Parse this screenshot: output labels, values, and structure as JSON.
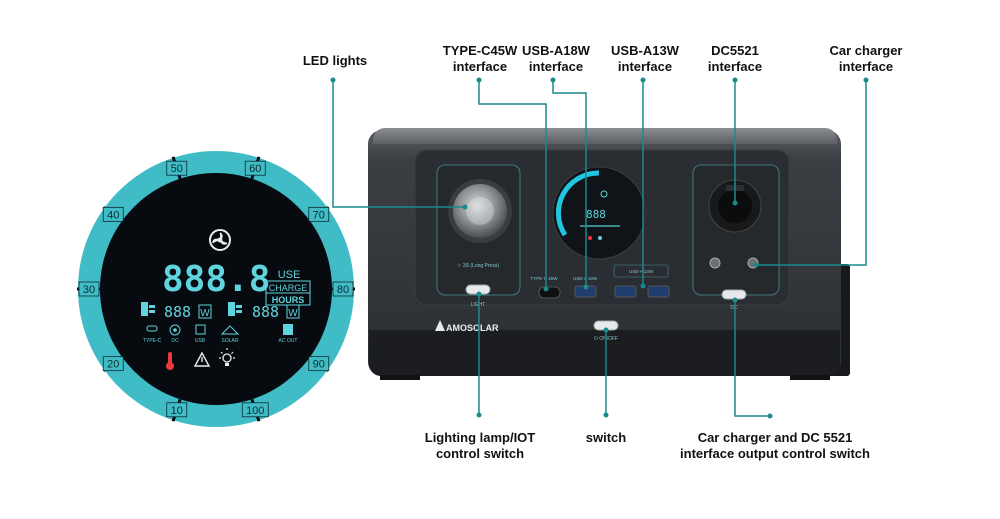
{
  "callouts": {
    "led_lights": {
      "line1": "LED lights"
    },
    "type_c": {
      "line1": "TYPE-C45W",
      "line2": "interface"
    },
    "usb_a18": {
      "line1": "USB-A18W",
      "line2": "interface"
    },
    "usb_a13": {
      "line1": "USB-A13W",
      "line2": "interface"
    },
    "dc5521": {
      "line1": "DC5521",
      "line2": "interface"
    },
    "car_charger": {
      "line1": "Car charger",
      "line2": "interface"
    },
    "light_switch": {
      "line1": "Lighting lamp/IOT",
      "line2": "control switch"
    },
    "power_switch": {
      "line1": "switch"
    },
    "dc_switch": {
      "line1": "Car charger and DC 5521",
      "line2": "interface output control switch"
    }
  },
  "display": {
    "main_readout": "888.8",
    "unit_use": "USE",
    "unit_charge": "CHARGE",
    "unit_hours": "HOURS",
    "input_readout": "888",
    "output_readout": "888",
    "input_unit": "W",
    "output_unit": "W",
    "icon_labels": [
      "TYPE-C",
      "DC",
      "USB",
      "SOLAR",
      "AC OUT"
    ],
    "ring_ticks": [
      "50",
      "60",
      "70",
      "80",
      "90",
      "100",
      "10",
      "20",
      "30",
      "40"
    ]
  },
  "device": {
    "brand": "AMOSOLAR",
    "led_mode_text": "☆ 3S (Long Press)",
    "light_button_label": "LIGHT",
    "typec_port_label": "TYPE-C 45W",
    "usb18_port_label": "USB-A 18W",
    "usb13_port_label": "USB-A 13W",
    "power_button_label": "⏻ ON/OFF",
    "dc_button_label": "DC",
    "mini_readout": "888"
  },
  "colors": {
    "accent": "#3fbcc6",
    "leader": "#1a8a8c",
    "body": "#2f3236",
    "lcd_bg": "#070b10"
  }
}
